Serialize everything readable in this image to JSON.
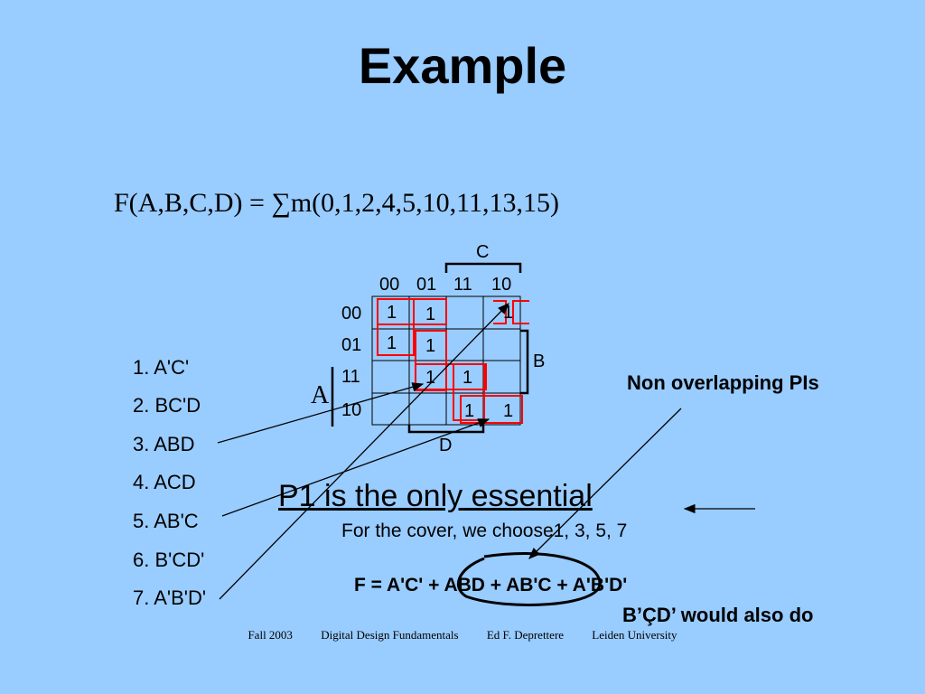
{
  "title": "Example",
  "formula": "F(A,B,C,D) = ∑m(0,1,2,4,5,10,11,13,15)",
  "kmap": {
    "label_c": "C",
    "label_b": "B",
    "label_d": "D",
    "label_a": "A",
    "col_headers": [
      "00",
      "01",
      "11",
      "10"
    ],
    "row_headers": [
      "00",
      "01",
      "11",
      "10"
    ],
    "ones": [
      "1",
      "1",
      "1",
      "1",
      "1",
      "1",
      "1",
      "1",
      "1"
    ]
  },
  "prime_implicants": [
    "1. A'C'",
    "2. BC'D",
    "3. ABD",
    "4. ACD",
    "5. AB'C",
    "6. B'CD'",
    "7. A'B'D'"
  ],
  "essential_note": "P1 is the  only essential",
  "cover_note": "For the cover, we choose1, 3, 5, 7",
  "final_expression": "F = A'C' + ABD + AB'C + A'B'D'",
  "non_overlapping_note": "Non overlapping PIs",
  "alternative_note": "B’ÇD’ would also do",
  "footer": {
    "term": "Fall 2003",
    "course": "Digital Design Fundamentals",
    "author": "Ed F. Deprettere",
    "university": "Leiden University"
  },
  "colors": {
    "background": "#99ccff",
    "grouping": "#ff0000",
    "text": "#000000"
  }
}
